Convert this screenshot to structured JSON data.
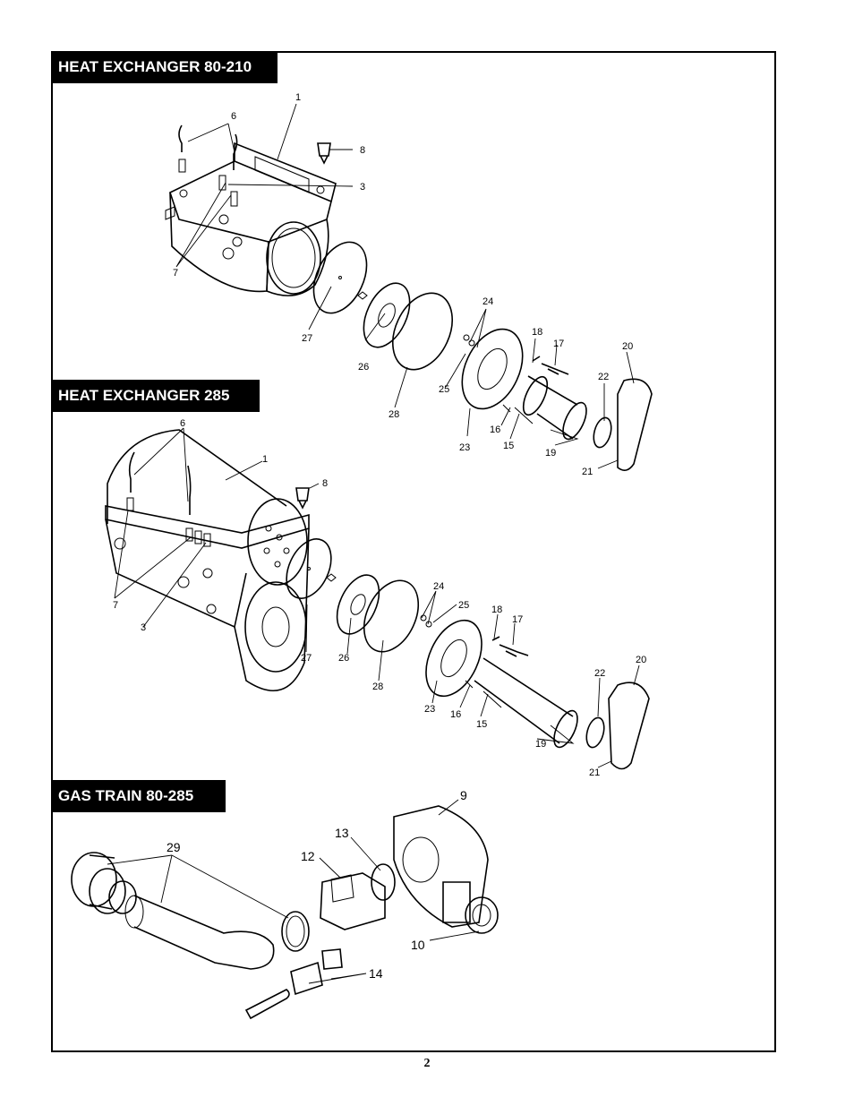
{
  "sections": {
    "hx210": {
      "title": "HEAT EXCHANGER 80-210"
    },
    "hx285": {
      "title": "HEAT EXCHANGER 285"
    },
    "gas": {
      "title": "GAS TRAIN 80-285"
    }
  },
  "labels": {
    "hx210": [
      "1",
      "6",
      "8",
      "3",
      "7",
      "27",
      "26",
      "28",
      "24",
      "25",
      "23",
      "18",
      "17",
      "16",
      "15",
      "19",
      "22",
      "20",
      "21"
    ],
    "hx285": [
      "6",
      "1",
      "8",
      "7",
      "3",
      "27",
      "26",
      "28",
      "24",
      "25",
      "23",
      "18",
      "17",
      "16",
      "15",
      "19",
      "22",
      "20",
      "21"
    ],
    "gas": [
      "29",
      "12",
      "13",
      "9",
      "10",
      "14"
    ]
  },
  "page_number": "2"
}
